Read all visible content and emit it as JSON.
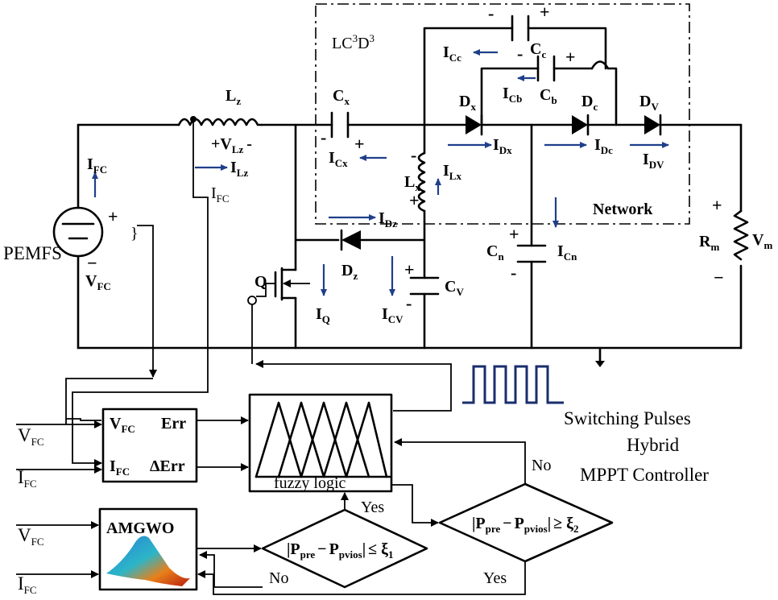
{
  "source": {
    "name": "PEMFS",
    "voltage_main": "V",
    "voltage_sub": "FC",
    "current_main": "I",
    "current_sub": "FC"
  },
  "converter": {
    "box_label_main": "LC",
    "box_label_sup1": "3",
    "box_label_mid": "D",
    "box_label_sup2": "3",
    "network_label": "Network",
    "inductor_z": {
      "main": "L",
      "sub": "z",
      "voltage_main": "+V",
      "voltage_sub": "Lz",
      "voltage_minus": "-",
      "current_main": "I",
      "current_sub": "Lz",
      "sense_main": "I",
      "sense_sub": "FC"
    },
    "cap_x": {
      "main": "C",
      "sub": "x",
      "current_main": "I",
      "current_sub": "Cx"
    },
    "cap_c": {
      "main": "C",
      "sub": "c",
      "current_main": "I",
      "current_sub": "Cc"
    },
    "cap_b": {
      "main": "C",
      "sub": "b",
      "current_main": "I",
      "current_sub": "Cb"
    },
    "inductor_x": {
      "main": "L",
      "sub": "x",
      "current_main": "I",
      "current_sub": "Lx"
    },
    "diode_x": {
      "main": "D",
      "sub": "x",
      "current_main": "I",
      "current_sub": "Dx"
    },
    "diode_c": {
      "main": "D",
      "sub": "c",
      "current_main": "I",
      "current_sub": "Dc"
    },
    "diode_v": {
      "main": "D",
      "sub": "V",
      "current_main": "I",
      "current_sub": "DV"
    },
    "diode_z": {
      "main": "D",
      "sub": "z",
      "current_main": "I",
      "current_sub": "Dz"
    },
    "cap_n": {
      "main": "C",
      "sub": "n",
      "current_main": "I",
      "current_sub": "Cn"
    },
    "cap_v": {
      "main": "C",
      "sub": "V",
      "current_main": "I",
      "current_sub": "CV"
    },
    "switch": {
      "label": "Q",
      "current_main": "I",
      "current_sub": "Q"
    },
    "load": {
      "main": "R",
      "sub": "m",
      "voltage_main": "V",
      "voltage_sub": "m"
    },
    "plus": "+",
    "minus": "-",
    "minus_long": "−"
  },
  "controller": {
    "pulses_label": "Switching Pulses",
    "title_line1": "Hybrid",
    "title_line2": "MPPT Controller",
    "error_block": {
      "in1_main": "V",
      "in1_sub": "FC",
      "in2_main": "I",
      "in2_sub": "FC",
      "out1": "Err",
      "out2": "ΔErr"
    },
    "fuzzy_label": "fuzzy logic",
    "optimizer_label": "AMGWO",
    "inputs": {
      "v_main": "V",
      "v_sub": "FC",
      "i_main": "I",
      "i_sub": "FC"
    },
    "decision1": {
      "p1_main": "P",
      "p1_sub": "pre",
      "op_minus": "−",
      "p2_main": "P",
      "p2_sub": "pvios",
      "rel": "≤ ξ",
      "xi_sub": "1",
      "yes": "Yes",
      "no": "No"
    },
    "decision2": {
      "p1_main": "P",
      "p1_sub": "pre",
      "op_minus": "−",
      "p2_main": "P",
      "p2_sub": "pvios",
      "rel": "≥ ξ",
      "xi_sub": "2",
      "yes": "Yes",
      "no": "No"
    }
  }
}
